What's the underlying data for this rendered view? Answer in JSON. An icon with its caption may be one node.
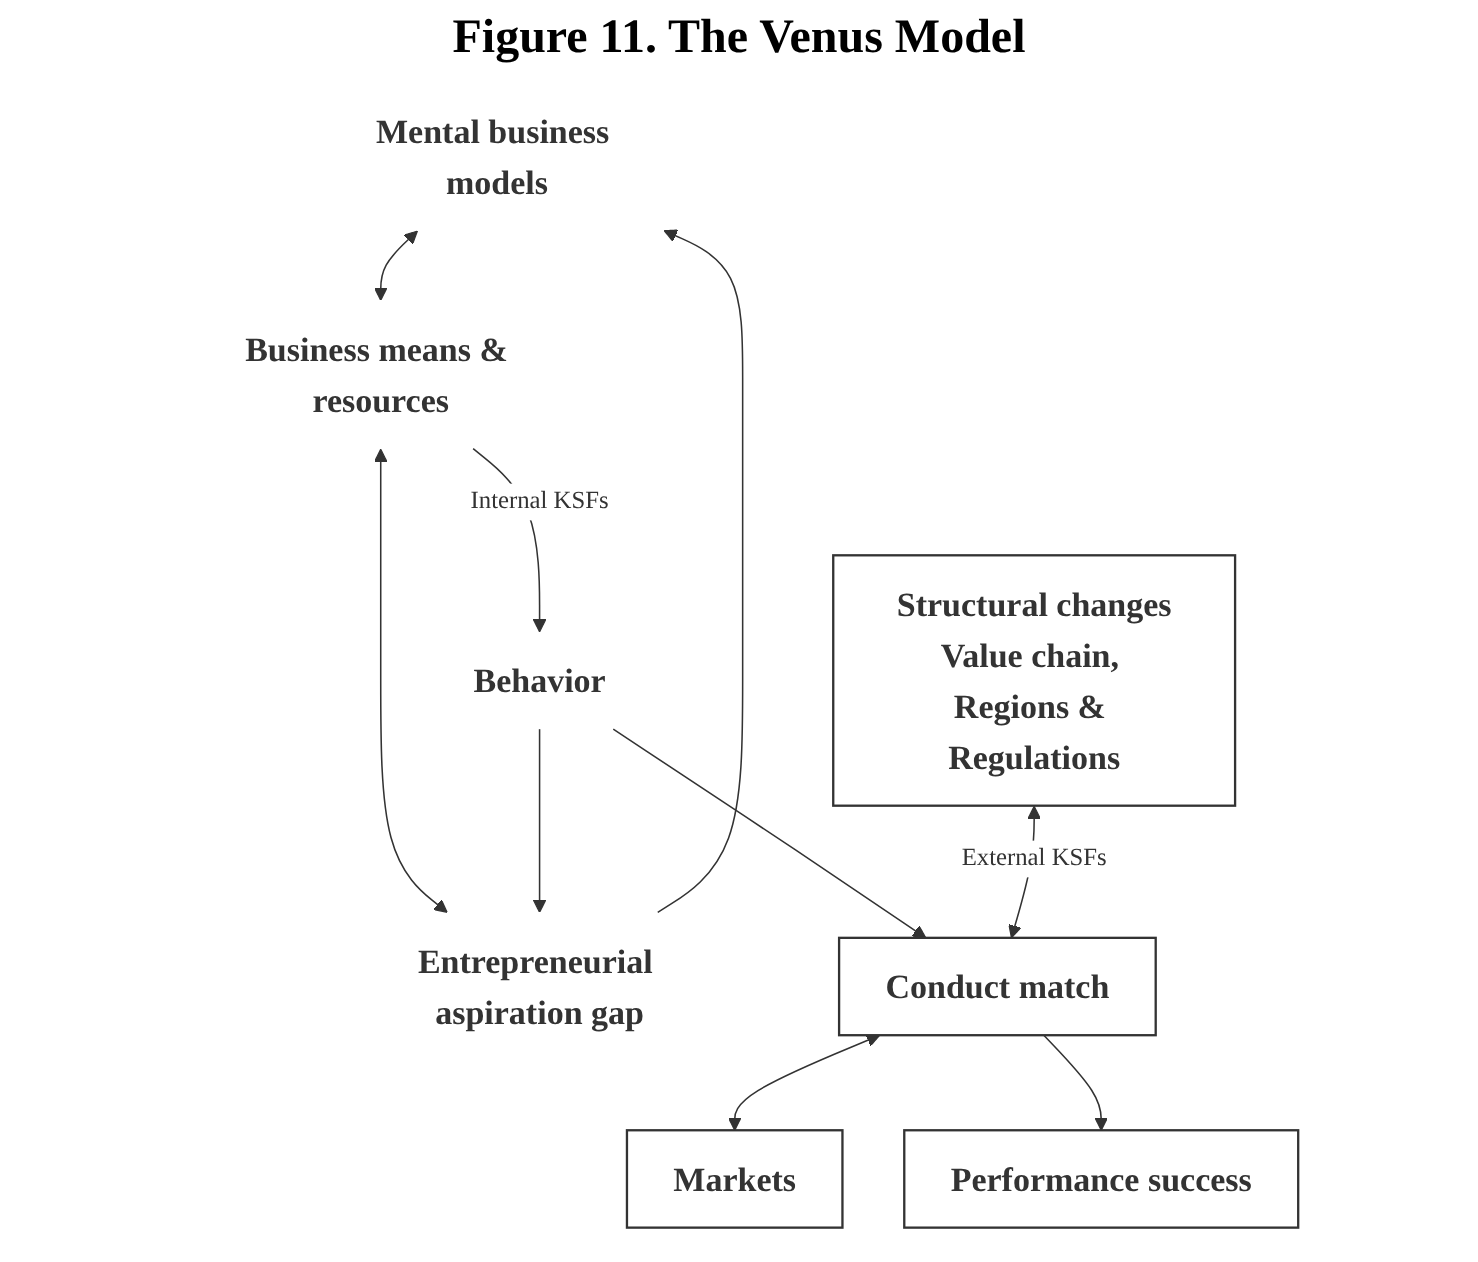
{
  "diagram": {
    "title": "Figure 11. The Venus Model",
    "nodes": [
      {
        "text": [
          "Mental business models"
        ]
      },
      {
        "text": [
          "Business means & resources"
        ]
      },
      {
        "text": [
          "Entrepreneurial aspiration gap"
        ]
      },
      {
        "text": [
          "Behavior"
        ]
      },
      {
        "text": [
          "Structural changes",
          "Value chain, Regions & Regulations"
        ]
      },
      {
        "text": [
          "Conduct match"
        ]
      },
      {
        "text": [
          "Markets"
        ]
      },
      {
        "text": [
          "Performance success"
        ]
      }
    ],
    "edges": [
      {
        "from": 0,
        "to": 1,
        "arrow": "both"
      },
      {
        "from": 2,
        "to": 0,
        "arrow": "to"
      },
      {
        "from": 1,
        "to": 2,
        "arrow": "both"
      },
      {
        "from": 1,
        "to": 3,
        "arrow": "to",
        "label": "Internal KSFs"
      },
      {
        "from": 3,
        "to": 2,
        "arrow": "to"
      },
      {
        "from": 3,
        "to": 5,
        "arrow": "to"
      },
      {
        "from": 4,
        "to": 5,
        "arrow": "both",
        "label": "External KSFs"
      },
      {
        "from": 5,
        "to": 6,
        "arrow": "both"
      },
      {
        "from": 5,
        "to": 7,
        "arrow": "to"
      }
    ]
  }
}
